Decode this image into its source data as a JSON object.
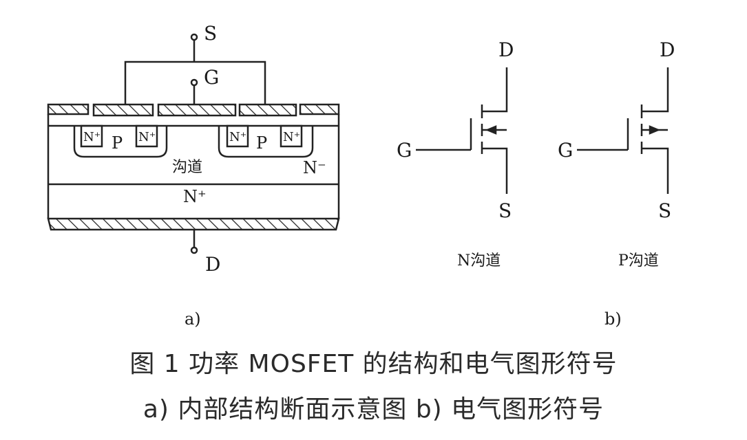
{
  "cross_section": {
    "terminal_source": "S",
    "terminal_gate": "G",
    "terminal_drain": "D",
    "label_n_plus_1": "N⁺",
    "label_p_1": "P",
    "label_n_plus_2": "N⁺",
    "label_n_plus_3": "N⁺",
    "label_p_2": "P",
    "label_n_plus_4": "N⁺",
    "label_channel": "沟道",
    "label_n_minus": "N⁻",
    "label_n_plus_sub": "N⁺",
    "sublabel": "a)"
  },
  "symbols": {
    "n_channel": {
      "drain": "D",
      "gate": "G",
      "source": "S",
      "caption": "N沟道"
    },
    "p_channel": {
      "drain": "D",
      "gate": "G",
      "source": "S",
      "caption": "P沟道"
    },
    "sublabel": "b)"
  },
  "caption": {
    "line1": "图 1 功率  MOSFET 的结构和电气图形符号",
    "line2": "a) 内部结构断面示意图  b) 电气图形符号"
  }
}
